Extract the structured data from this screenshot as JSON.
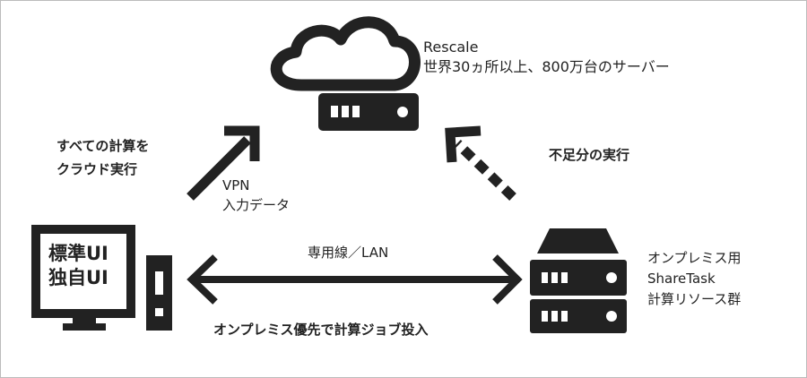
{
  "cloud": {
    "title": "Rescale",
    "subtitle": "世界30ヵ所以上、800万台のサーバー"
  },
  "left_top_note": {
    "line1": "すべての計算を",
    "line2": "クラウド実行"
  },
  "vpn_label": {
    "line1": "VPN",
    "line2": "入力データ"
  },
  "shortage_label": "不足分の実行",
  "link_label": "専用線／LAN",
  "bottom_label": "オンプレミス優先で計算ジョブ投入",
  "workstation": {
    "line1": "標準UI",
    "line2": "独自UI"
  },
  "onprem": {
    "line1": "オンプレミス用",
    "line2": "ShareTask",
    "line3": "計算リソース群"
  },
  "colors": {
    "ink": "#222222",
    "frame": "#bcbcbc",
    "background": "#ffffff"
  },
  "icons": [
    "cloud-icon",
    "server-icon",
    "monitor-icon",
    "pc-tower-icon",
    "server-rack-icon"
  ]
}
